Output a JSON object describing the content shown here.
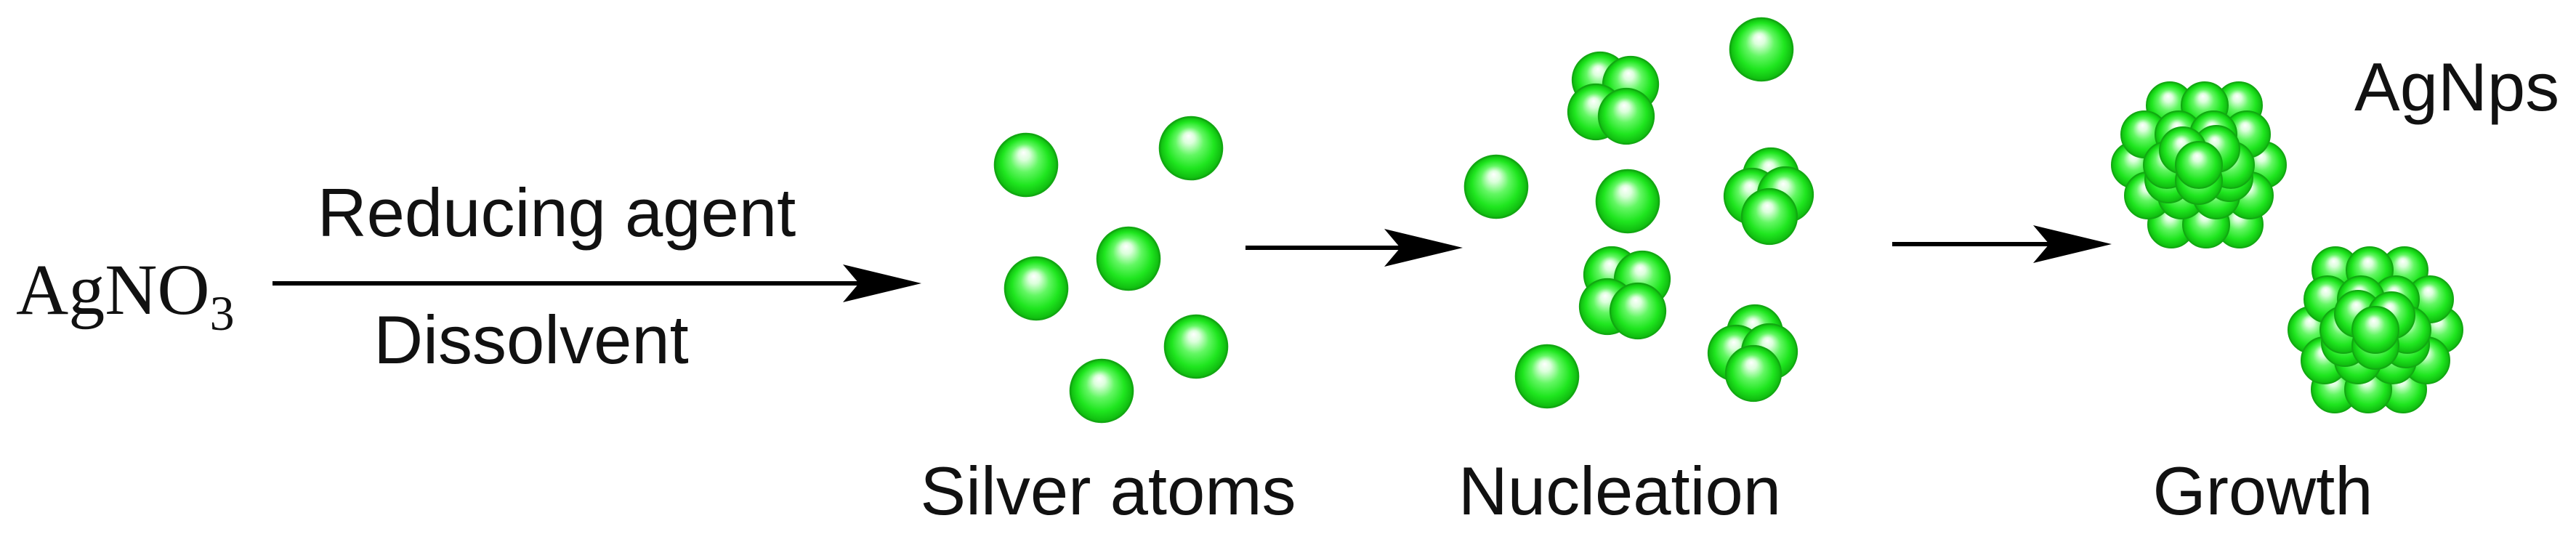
{
  "reactant": {
    "formula": "AgNO",
    "subscript": "3"
  },
  "conditions": {
    "above_arrow": "Reducing agent",
    "below_arrow": "Dissolvent"
  },
  "stages": [
    {
      "label": "Silver atoms"
    },
    {
      "label": "Nucleation"
    },
    {
      "label": "Growth"
    }
  ],
  "product": "AgNps",
  "colors": {
    "particle": "#22e822",
    "particle_edge": "#12a812",
    "arrow": "#000000",
    "text": "#111111"
  }
}
